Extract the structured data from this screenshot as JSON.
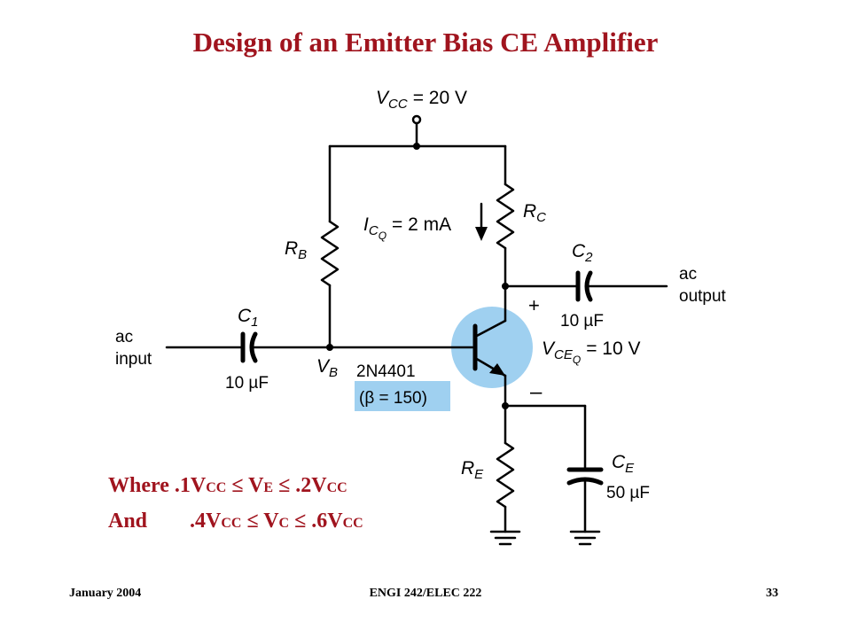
{
  "title": "Design of an Emitter Bias CE Amplifier",
  "colors": {
    "title": "#a0141e",
    "transistor_highlight": "#9fd0f0",
    "wire": "#000000"
  },
  "circuit": {
    "vcc_label": "V",
    "vcc_sub": "CC",
    "vcc_value": "= 20 V",
    "rb_label": "R",
    "rb_sub": "B",
    "rc_label": "R",
    "rc_sub": "C",
    "re_label": "R",
    "re_sub": "E",
    "icq_label": "I",
    "icq_sub": "C",
    "icq_subsub": "Q",
    "icq_value": "= 2 mA",
    "c1_label": "C",
    "c1_sub": "1",
    "c1_value": "10 µF",
    "c2_label": "C",
    "c2_sub": "2",
    "c2_value": "10 µF",
    "ce_label": "C",
    "ce_sub": "E",
    "ce_value": "50 µF",
    "vb_label": "V",
    "vb_sub": "B",
    "vceq_label": "V",
    "vceq_sub": "CE",
    "vceq_subsub": "Q",
    "vceq_value": "= 10 V",
    "transistor_part": "2N4401",
    "beta_text": "(β = 150)",
    "plus": "+",
    "minus": "–",
    "ac_input_1": "ac",
    "ac_input_2": "input",
    "ac_output_1": "ac",
    "ac_output_2": "output"
  },
  "conditions": {
    "line1": {
      "prefix": "Where",
      "a": ".1V",
      "a_sub": "CC",
      "le1": " ≤ ",
      "b": "V",
      "b_sub": "E",
      "le2": " ≤ ",
      "c": ".2V",
      "c_sub": "CC"
    },
    "line2": {
      "prefix": "And",
      "a": ".4V",
      "a_sub": "CC",
      "le1": " ≤ ",
      "b": "V",
      "b_sub": "C",
      "le2": " ≤ ",
      "c": ".6V",
      "c_sub": "CC"
    }
  },
  "footer": {
    "left": "January 2004",
    "center": "ENGI 242/ELEC 222",
    "right": "33"
  }
}
